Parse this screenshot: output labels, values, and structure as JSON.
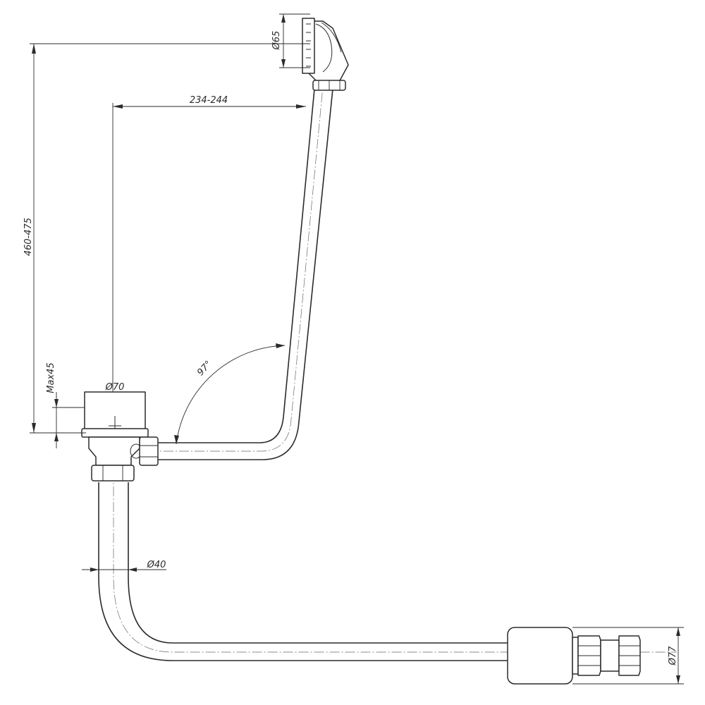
{
  "dimensions": {
    "height_range": "460-475",
    "overflow_offset": "234-244",
    "overflow_diameter": "Ø65",
    "angle": "97°",
    "waste_diameter": "Ø70",
    "max_thickness": "Max45",
    "pipe_diameter": "Ø40",
    "outlet_diameter": "Ø77"
  },
  "colors": {
    "line": "#2b2b2b",
    "background": "#ffffff"
  }
}
